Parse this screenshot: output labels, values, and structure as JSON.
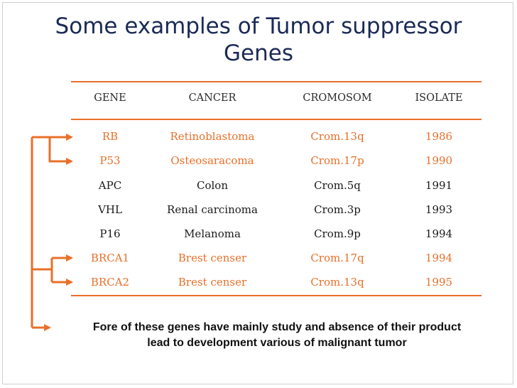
{
  "title": {
    "line1": "Some examples of Tumor suppressor",
    "line2": "Genes"
  },
  "table": {
    "headers": [
      "GENE",
      "CANCER",
      "CROMOSOM",
      "ISOLATE"
    ],
    "rows": [
      {
        "cells": [
          "RB",
          "Retinoblastoma",
          "Crom.13q",
          "1986"
        ],
        "highlight": true
      },
      {
        "cells": [
          "P53",
          "Osteosaracoma",
          "Crom.17p",
          "1990"
        ],
        "highlight": true
      },
      {
        "cells": [
          "APC",
          "Colon",
          "Crom.5q",
          "1991"
        ],
        "highlight": false
      },
      {
        "cells": [
          "VHL",
          "Renal carcinoma",
          "Crom.3p",
          "1993"
        ],
        "highlight": false
      },
      {
        "cells": [
          "P16",
          "Melanoma",
          "Crom.9p",
          "1994"
        ],
        "highlight": false
      },
      {
        "cells": [
          "BRCA1",
          "Brest censer",
          "Crom.17q",
          "1994"
        ],
        "highlight": true
      },
      {
        "cells": [
          "BRCA2",
          "Brest censer",
          "Crom.13q",
          "1995"
        ],
        "highlight": true
      }
    ]
  },
  "note": {
    "line1": "Fore of these genes have mainly study and absence of their product",
    "line2": "lead to development various of malignant tumor"
  },
  "colors": {
    "accent": "#e8702a",
    "title": "#1b2a56"
  }
}
